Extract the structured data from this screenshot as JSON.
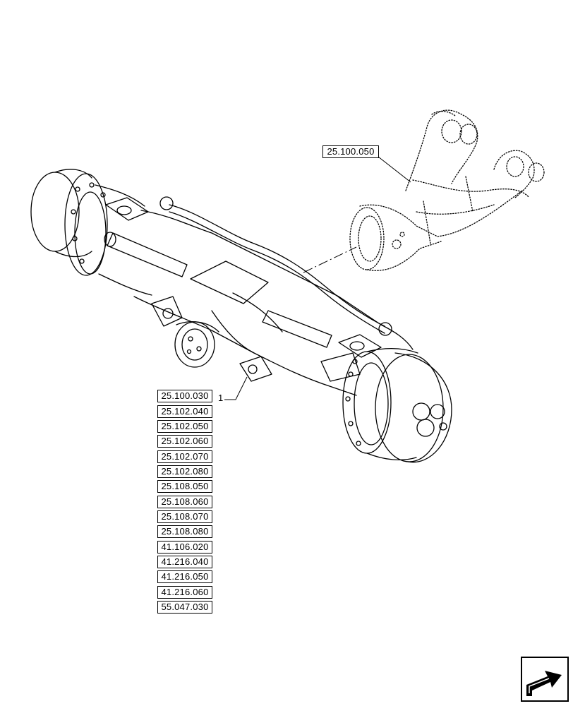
{
  "callout_number": "1",
  "axle_refs": [
    "25.100.030",
    "25.102.040",
    "25.102.050",
    "25.102.060",
    "25.102.070",
    "25.102.080",
    "25.108.050",
    "25.108.060",
    "25.108.070",
    "25.108.080",
    "41.106.020",
    "41.216.040",
    "41.216.050",
    "41.216.060",
    "55.047.030"
  ],
  "bracket_ref": "25.100.050",
  "icons": {
    "axle": "axle-assembly-illustration",
    "bracket": "support-bracket-illustration",
    "nav": "next-page-arrow-icon"
  }
}
